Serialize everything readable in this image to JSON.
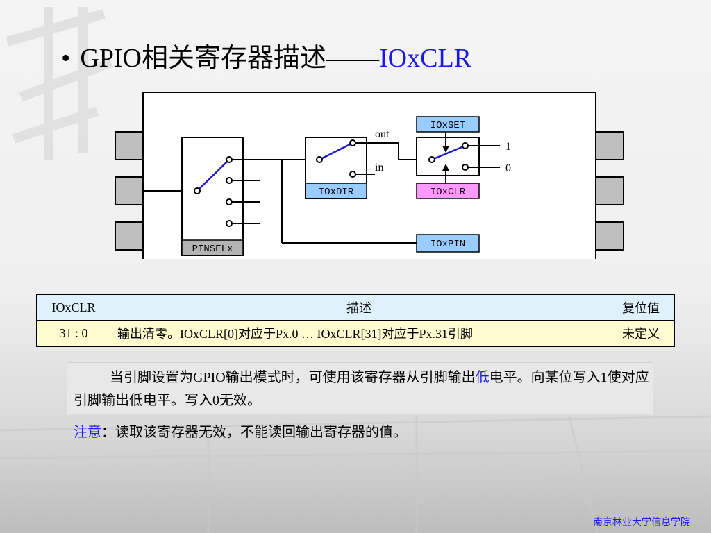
{
  "title": {
    "bullet": "•",
    "main": "GPIO相关寄存器描述——",
    "highlight": "IOxCLR"
  },
  "diagram": {
    "labels": {
      "out": "out",
      "in": "in",
      "one": "1",
      "zero": "0"
    },
    "registers": {
      "ioxset": "IOxSET",
      "ioxclr": "IOxCLR",
      "ioxdir": "IOxDIR",
      "ioxpin": "IOxPIN",
      "pinsel": "PINSELx"
    },
    "colors": {
      "blue_reg": "#99ccff",
      "pink_reg": "#ff99ff",
      "gray_reg": "#b3b3b3",
      "switch": "#1a1ad0",
      "pin": "#bfbfbf"
    }
  },
  "table": {
    "headers": [
      "IOxCLR",
      "描述",
      "复位值"
    ],
    "rows": [
      [
        "31 : 0",
        "输出清零。IOxCLR[0]对应于Px.0 … IOxCLR[31]对应于Px.31引脚",
        "未定义"
      ]
    ]
  },
  "paragraph": {
    "before": "当引脚设置为GPIO输出模式时，可使用该寄存器从引脚输出",
    "emph": "低",
    "after": "电平。向某位写入1使对应引脚输出低电平。写入0无效。"
  },
  "note": {
    "label": "注意",
    "text": "：读取该寄存器无效，不能读回输出寄存器的值。"
  },
  "footer": "南京林业大学信息学院"
}
